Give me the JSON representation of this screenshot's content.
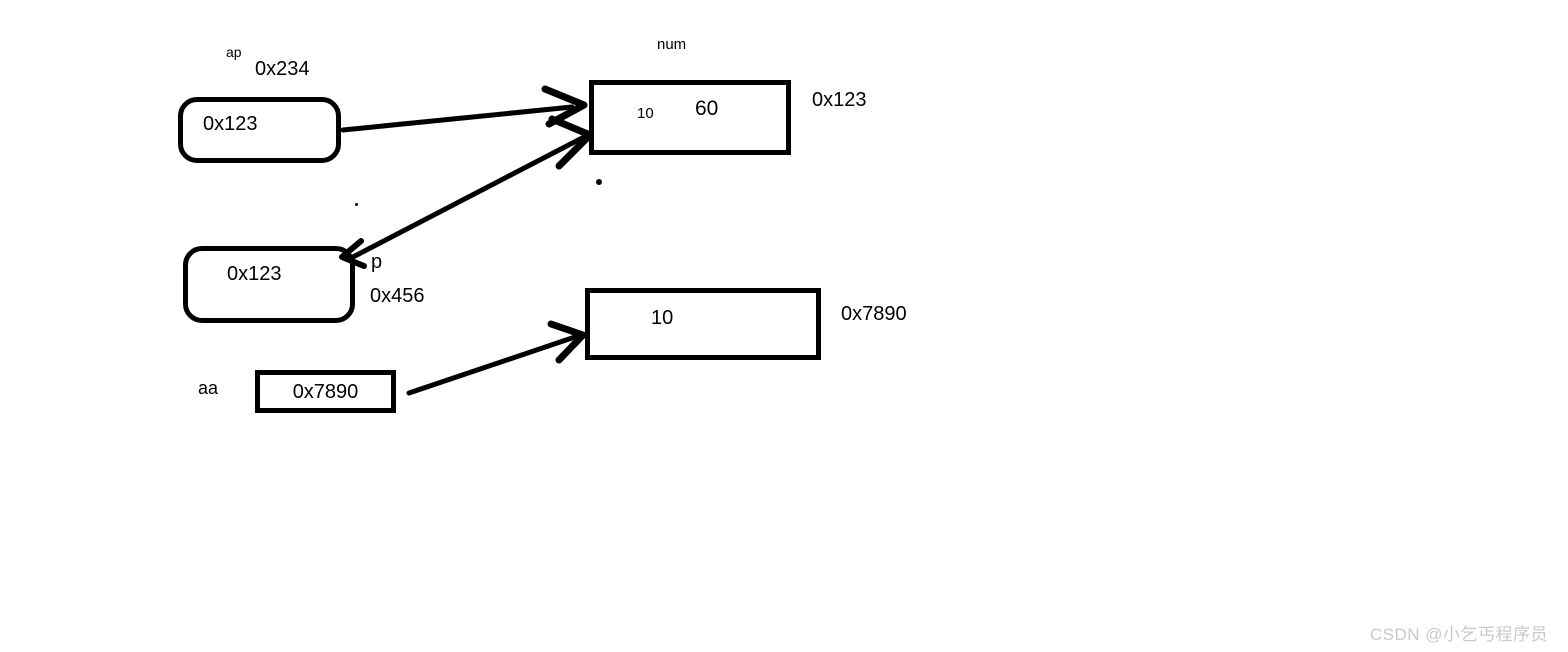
{
  "nodes": {
    "ap": {
      "name": "ap",
      "address": "0x234",
      "value": "0x123"
    },
    "num": {
      "name": "num",
      "address": "0x123",
      "old_value": "10",
      "value": "60"
    },
    "p": {
      "name": "p",
      "address": "0x456",
      "value": "0x123"
    },
    "ten": {
      "value": "10",
      "address": "0x7890"
    },
    "aa": {
      "name": "aa",
      "value": "0x7890"
    }
  },
  "watermark": "CSDN @小乞丐程序员",
  "colors": {
    "ink": "#000000",
    "watermark": "#c9c9c9",
    "background": "#ffffff"
  }
}
